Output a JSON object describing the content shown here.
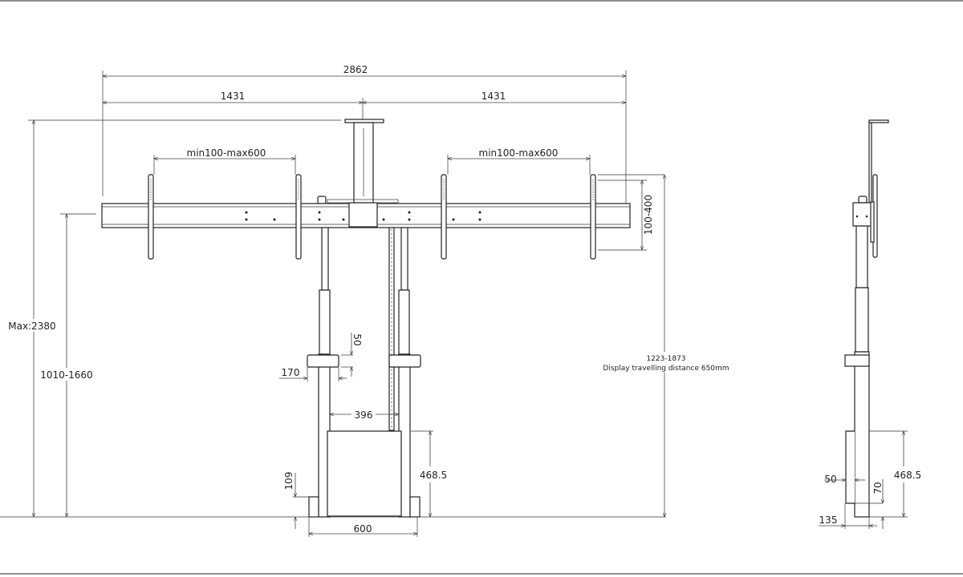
{
  "drawing": {
    "front_view": {
      "overall_width": "2862",
      "half_width_left": "1431",
      "half_width_right": "1431",
      "vesa_horizontal_left": "min100-max600",
      "vesa_horizontal_right": "min100-max600",
      "vesa_vertical": "100-400",
      "max_height": "Max:2380",
      "column_height": "1010-1660",
      "display_height": "1223-1873",
      "travel_note": "Display travelling distance 650mm",
      "clamp_height": "50",
      "clamp_width": "170",
      "column_gap": "396",
      "box_height": "468.5",
      "foot_height": "109",
      "base_width": "600"
    },
    "side_view": {
      "box_height": "468.5",
      "offset": "50",
      "base_height": "70",
      "base_depth": "135"
    }
  }
}
